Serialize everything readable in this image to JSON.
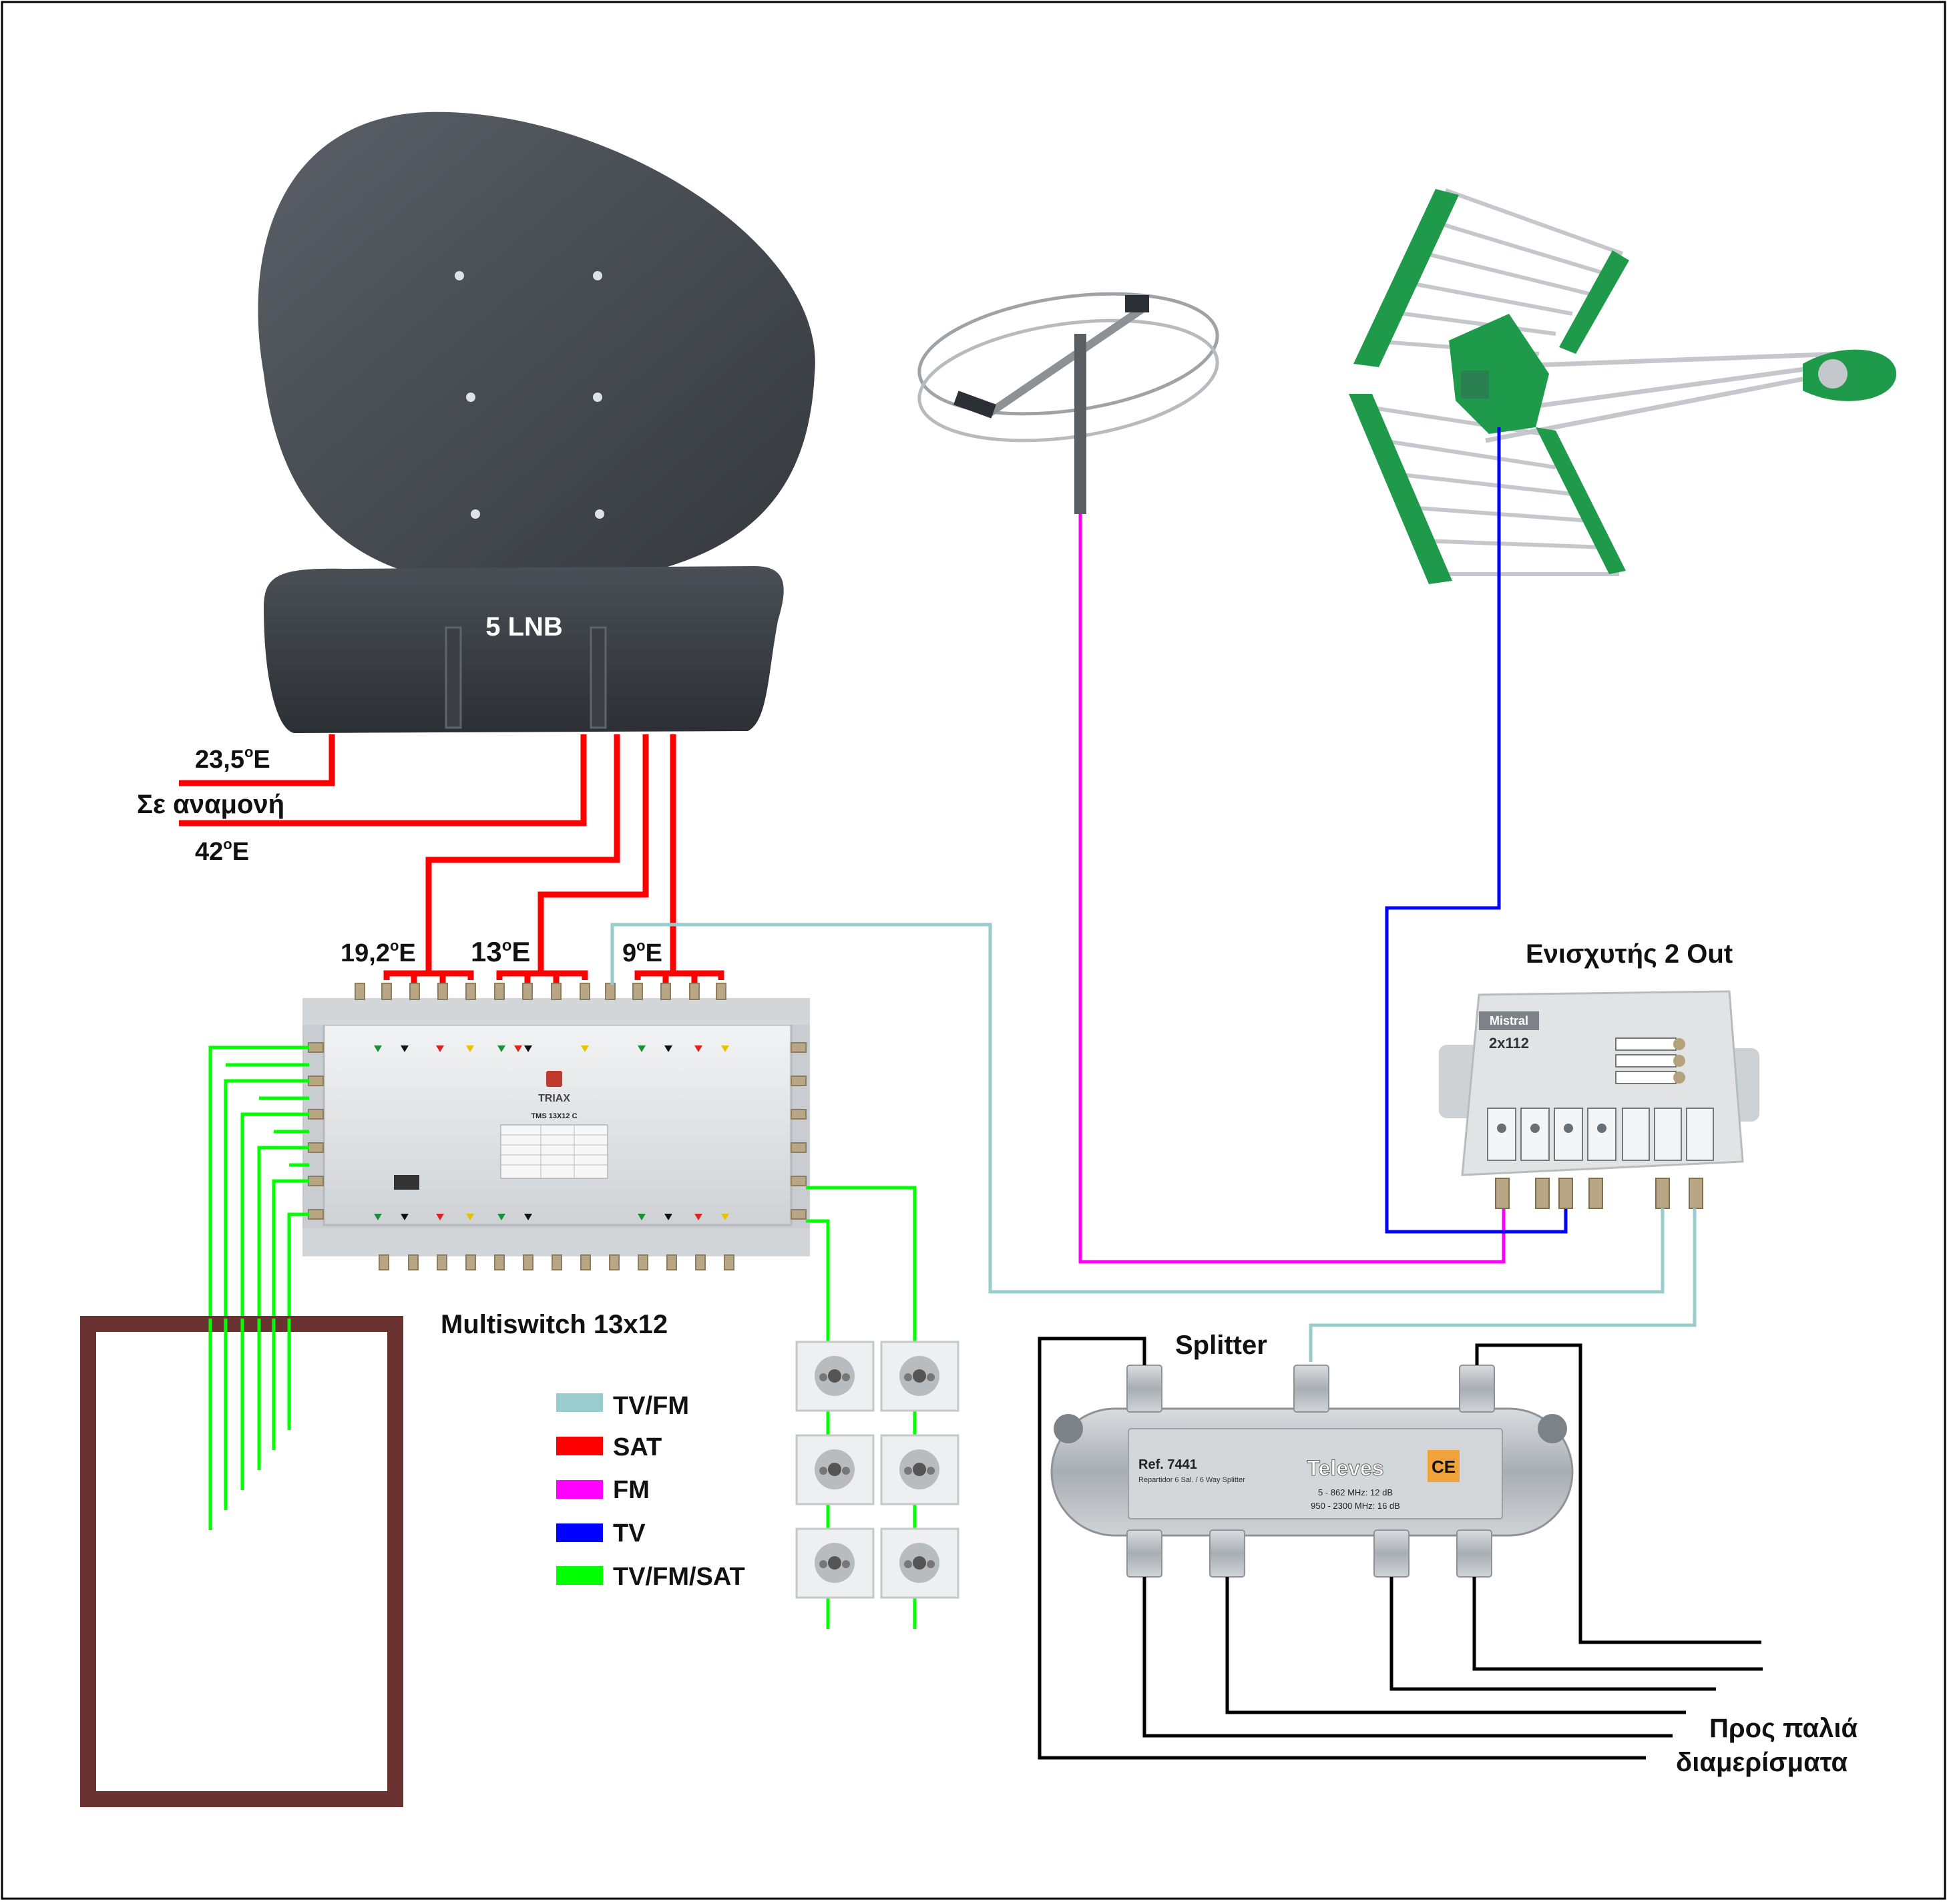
{
  "dish": {
    "lnb_label": "5 LNB"
  },
  "lnb_positions": {
    "p235": "23,5",
    "standby": "Σε αναμονή",
    "p42": "42",
    "p192": "19,2",
    "p13": "13",
    "p9": "9",
    "deg_suffix": "E",
    "deg_mark": "o"
  },
  "multiswitch": {
    "label": "Multiswitch 13x12",
    "brand": "TRIAX",
    "model": "TMS 13X12 C"
  },
  "amplifier": {
    "label": "Ενισχυτής 2 Out",
    "brand": "Mistral",
    "model": "2x112"
  },
  "splitter": {
    "label": "Splitter",
    "brand": "Televes",
    "ref": "Ref. 7441",
    "desc": "Repartidor 6 Sal. / 6 Way Splitter",
    "spec1": "5 - 862 MHz: 12 dB",
    "spec2": "950 - 2300 MHz: 16 dB",
    "ce": "CE"
  },
  "old_apartments": {
    "line1": "Προς παλιά",
    "line2": "διαμερίσματα"
  },
  "legend": [
    {
      "label": "TV/FM",
      "color": "#99cccc"
    },
    {
      "label": "SAT",
      "color": "#ff0000"
    },
    {
      "label": "FM",
      "color": "#ff00ff"
    },
    {
      "label": "TV",
      "color": "#0000ff"
    },
    {
      "label": "TV/FM/SAT",
      "color": "#00ff00"
    }
  ],
  "colors": {
    "tvfm": "#99cccc",
    "sat": "#ff0000",
    "fm": "#ff00ff",
    "tv": "#0000ff",
    "all": "#00ff00",
    "building": "#6b3232",
    "antenna_green": "#1f9a4a",
    "dish_gray": "#4a4f55"
  }
}
